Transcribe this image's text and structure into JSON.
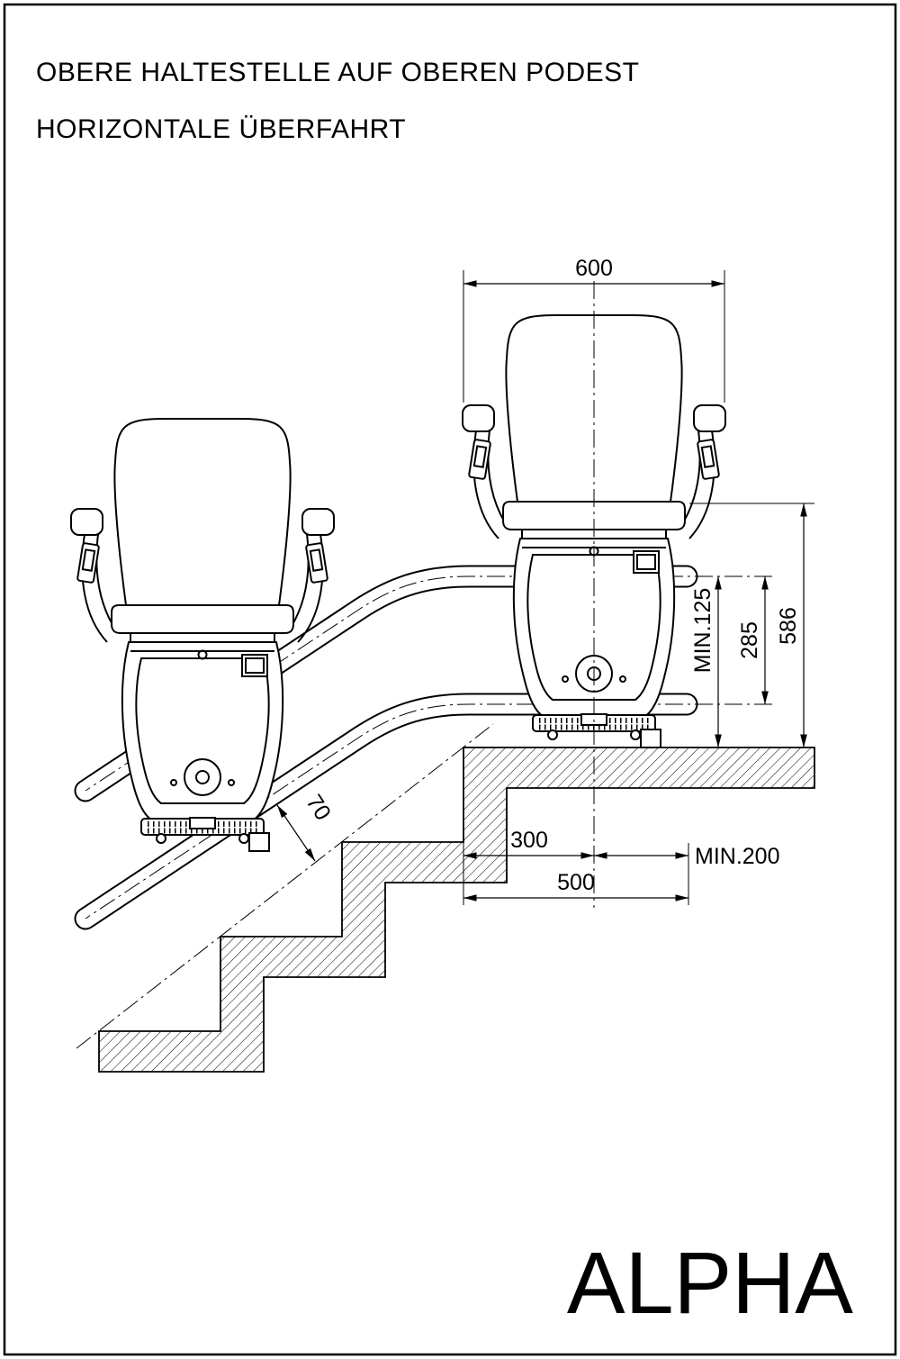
{
  "title": {
    "line1": "OBERE HALTESTELLE AUF OBEREN PODEST",
    "line2": "HORIZONTALE ÜBERFAHRT"
  },
  "brand": {
    "name": "ALPHA"
  },
  "dimensions": {
    "chair_width": "600",
    "seat_height": "586",
    "rail_spacing": "285",
    "rail_clearance_min": "MIN.125",
    "rail_to_nosing": "70",
    "center_offset": "300",
    "side_min": "MIN.200",
    "platform_depth": "500"
  },
  "colors": {
    "line": "#000000",
    "background": "#ffffff"
  }
}
